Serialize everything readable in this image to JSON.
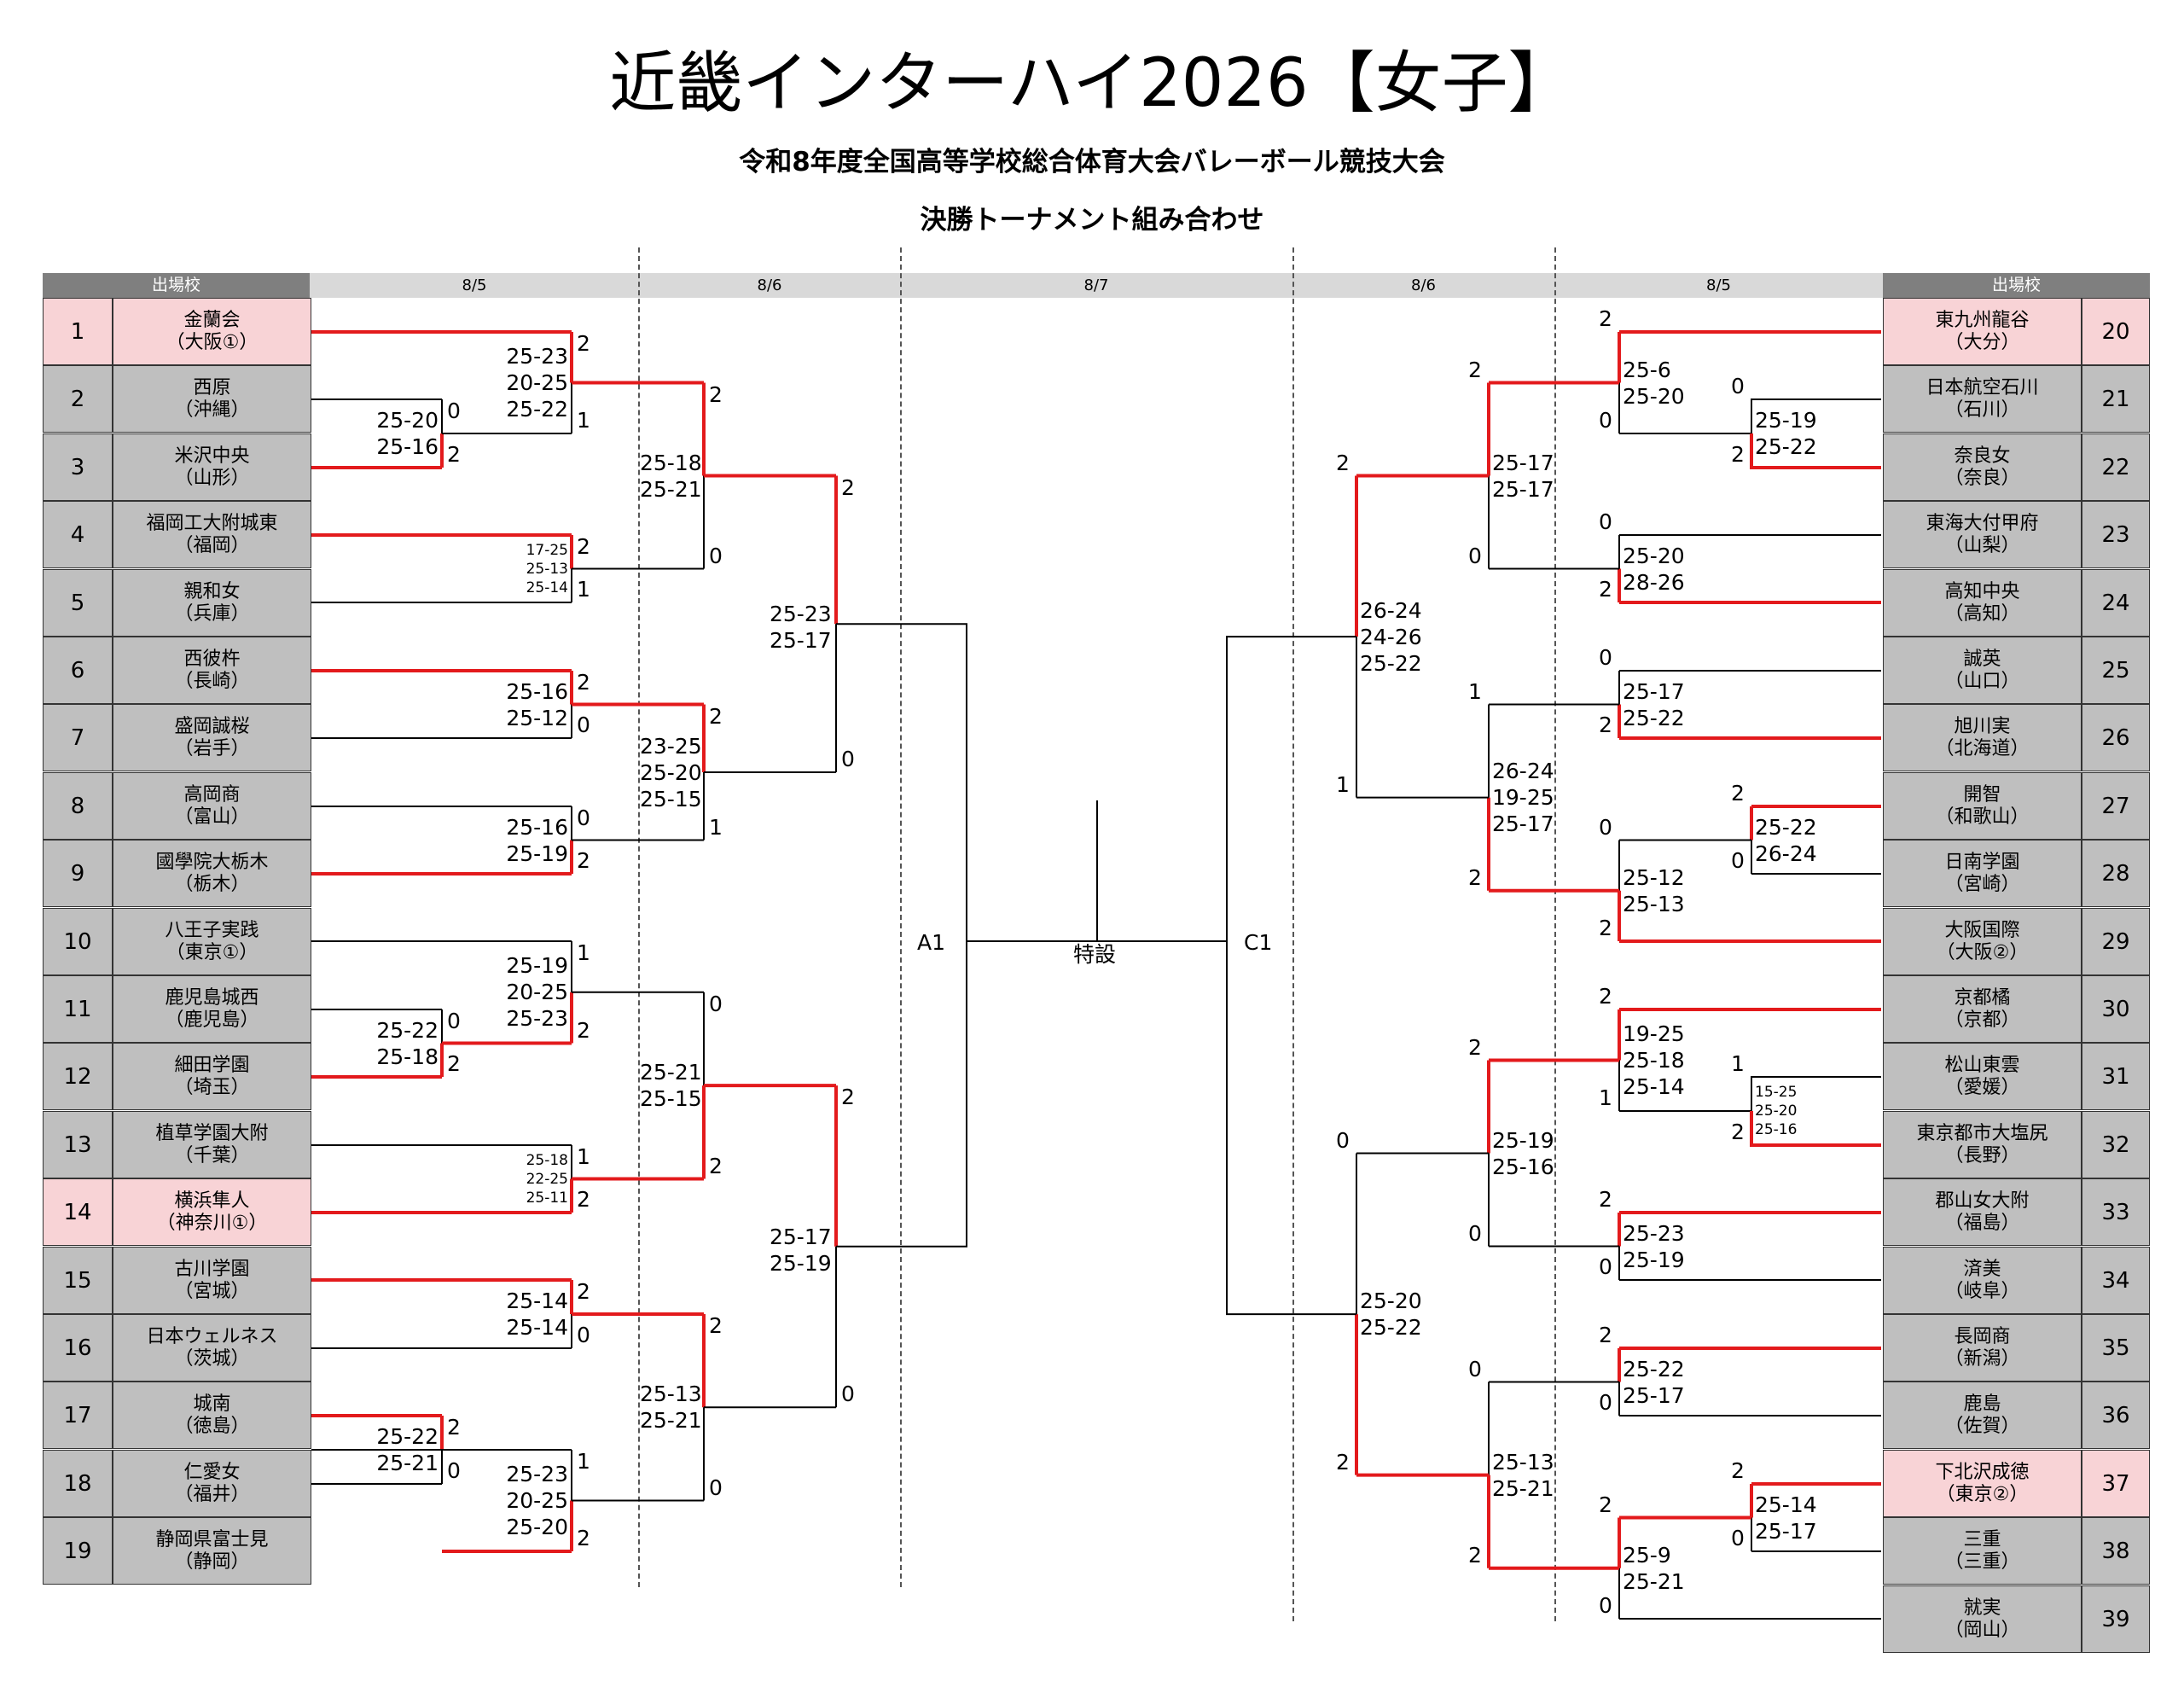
{
  "title": "近畿インターハイ2026【女子】",
  "subtitle": "令和8年度全国高等学校総合体育大会バレーボール競技大会",
  "subtitle2": "決勝トーナメント組み合わせ",
  "header": {
    "teams_label": "出場校",
    "dates": [
      "8/5",
      "8/6",
      "8/7",
      "8/6",
      "8/5"
    ]
  },
  "colors": {
    "win_line": "#e31a1c",
    "line": "#000000",
    "cell_gray": "#bfbfbf",
    "cell_pink": "#f8d3d6"
  },
  "left_teams": [
    {
      "no": "1",
      "name": "金蘭会",
      "pref": "（大阪①）",
      "pink": true
    },
    {
      "no": "2",
      "name": "西原",
      "pref": "（沖縄）"
    },
    {
      "no": "3",
      "name": "米沢中央",
      "pref": "（山形）"
    },
    {
      "no": "4",
      "name": "福岡工大附城東",
      "pref": "（福岡）"
    },
    {
      "no": "5",
      "name": "親和女",
      "pref": "（兵庫）"
    },
    {
      "no": "6",
      "name": "西彼杵",
      "pref": "（長崎）"
    },
    {
      "no": "7",
      "name": "盛岡誠桜",
      "pref": "（岩手）"
    },
    {
      "no": "8",
      "name": "高岡商",
      "pref": "（富山）"
    },
    {
      "no": "9",
      "name": "國學院大栃木",
      "pref": "（栃木）"
    },
    {
      "no": "10",
      "name": "八王子実践",
      "pref": "（東京①）"
    },
    {
      "no": "11",
      "name": "鹿児島城西",
      "pref": "（鹿児島）"
    },
    {
      "no": "12",
      "name": "細田学園",
      "pref": "（埼玉）"
    },
    {
      "no": "13",
      "name": "植草学園大附",
      "pref": "（千葉）"
    },
    {
      "no": "14",
      "name": "横浜隼人",
      "pref": "（神奈川①）",
      "pink": true
    },
    {
      "no": "15",
      "name": "古川学園",
      "pref": "（宮城）"
    },
    {
      "no": "16",
      "name": "日本ウェルネス",
      "pref": "（茨城）"
    },
    {
      "no": "17",
      "name": "城南",
      "pref": "（徳島）"
    },
    {
      "no": "18",
      "name": "仁愛女",
      "pref": "（福井）"
    },
    {
      "no": "19",
      "name": "静岡県富士見",
      "pref": "（静岡）"
    }
  ],
  "right_teams": [
    {
      "no": "20",
      "name": "東九州龍谷",
      "pref": "（大分）",
      "pink": true
    },
    {
      "no": "21",
      "name": "日本航空石川",
      "pref": "（石川）"
    },
    {
      "no": "22",
      "name": "奈良女",
      "pref": "（奈良）"
    },
    {
      "no": "23",
      "name": "東海大付甲府",
      "pref": "（山梨）"
    },
    {
      "no": "24",
      "name": "高知中央",
      "pref": "（高知）"
    },
    {
      "no": "25",
      "name": "誠英",
      "pref": "（山口）"
    },
    {
      "no": "26",
      "name": "旭川実",
      "pref": "（北海道）"
    },
    {
      "no": "27",
      "name": "開智",
      "pref": "（和歌山）"
    },
    {
      "no": "28",
      "name": "日南学園",
      "pref": "（宮崎）"
    },
    {
      "no": "29",
      "name": "大阪国際",
      "pref": "（大阪②）"
    },
    {
      "no": "30",
      "name": "京都橘",
      "pref": "（京都）"
    },
    {
      "no": "31",
      "name": "松山東雲",
      "pref": "（愛媛）"
    },
    {
      "no": "32",
      "name": "東京都市大塩尻",
      "pref": "（長野）"
    },
    {
      "no": "33",
      "name": "郡山女大附",
      "pref": "（福島）"
    },
    {
      "no": "34",
      "name": "済美",
      "pref": "（岐阜）"
    },
    {
      "no": "35",
      "name": "長岡商",
      "pref": "（新潟）"
    },
    {
      "no": "36",
      "name": "鹿島",
      "pref": "（佐賀）"
    },
    {
      "no": "37",
      "name": "下北沢成徳",
      "pref": "（東京②）",
      "pink": true
    },
    {
      "no": "38",
      "name": "三重",
      "pref": "（三重）"
    },
    {
      "no": "39",
      "name": "就実",
      "pref": "（岡山）"
    }
  ],
  "center": {
    "a1": "A1",
    "c1": "C1",
    "special": "特設"
  },
  "scores": {
    "L1": "25-23\n20-25\n25-22",
    "L1w": [
      "2",
      "1"
    ],
    "L2": "25-20\n25-16",
    "L2w": [
      "0",
      "2"
    ],
    "L3": "17-25\n25-13\n25-14",
    "L3w": [
      "2",
      "1"
    ],
    "L4": "25-16\n25-12",
    "L4w": [
      "2",
      "0"
    ],
    "L5": "25-16\n25-19",
    "L5w": [
      "0",
      "2"
    ],
    "L6": "25-19\n20-25\n25-23",
    "L6w": [
      "1",
      "2"
    ],
    "L7": "25-22\n25-18",
    "L7w": [
      "0",
      "2"
    ],
    "L8": "25-18\n22-25\n25-11",
    "L8w": [
      "1",
      "2"
    ],
    "L9": "25-14\n25-14",
    "L9w": [
      "2",
      "0"
    ],
    "L10": "25-22\n25-21",
    "L10w": [
      "2",
      "0"
    ],
    "L11": "25-23\n20-25\n25-20",
    "L11w": [
      "1",
      "2"
    ],
    "LQ1": "25-18\n25-21",
    "LQ1w": [
      "2",
      "0"
    ],
    "LQ2": "23-25\n25-20\n25-15",
    "LQ2w": [
      "2",
      "1"
    ],
    "LQ3": "25-21\n25-15",
    "LQ3w": [
      "0",
      "2"
    ],
    "LQ4": "25-13\n25-21",
    "LQ4w": [
      "2",
      "0"
    ],
    "LS1": "25-23\n25-17",
    "LS1w": [
      "2",
      "0"
    ],
    "LS2": "25-17\n25-19",
    "LS2w": [
      "2",
      "0"
    ],
    "R1": "25-6\n25-20",
    "R1w": [
      "2",
      "0"
    ],
    "R2": "25-19\n25-22",
    "R2w": [
      "0",
      "2"
    ],
    "R3": "25-20\n28-26",
    "R3w": [
      "0",
      "2"
    ],
    "R4": "25-17\n25-22",
    "R4w": [
      "0",
      "2"
    ],
    "R5": "25-22\n26-24",
    "R5w": [
      "2",
      "0"
    ],
    "R6": "25-12\n25-13",
    "R6w": [
      "0",
      "2"
    ],
    "R7": "19-25\n25-18\n25-14",
    "R7w": [
      "2",
      "1"
    ],
    "R8": "15-25\n25-20\n25-16",
    "R8w": [
      "1",
      "2"
    ],
    "R9": "25-23\n25-19",
    "R9w": [
      "2",
      "0"
    ],
    "R10": "25-22\n25-17",
    "R10w": [
      "2",
      "0"
    ],
    "R11": "25-14\n25-17",
    "R11w": [
      "2",
      "0"
    ],
    "R12": "25-9\n25-21",
    "R12w": [
      "2",
      "0"
    ],
    "RQ1": "25-17\n25-17",
    "RQ1w": [
      "2",
      "0"
    ],
    "RQ2": "26-24\n19-25\n25-17",
    "RQ2w": [
      "1",
      "2"
    ],
    "RQ3": "25-19\n25-16",
    "RQ3w": [
      "2",
      "0"
    ],
    "RQ4": "25-13\n25-21",
    "RQ4w": [
      "0",
      "2"
    ],
    "RS1": "26-24\n24-26\n25-22",
    "RS1w": [
      "2",
      "1"
    ],
    "RS2": "25-20\n25-22",
    "RS2w": [
      "0",
      "2"
    ]
  }
}
